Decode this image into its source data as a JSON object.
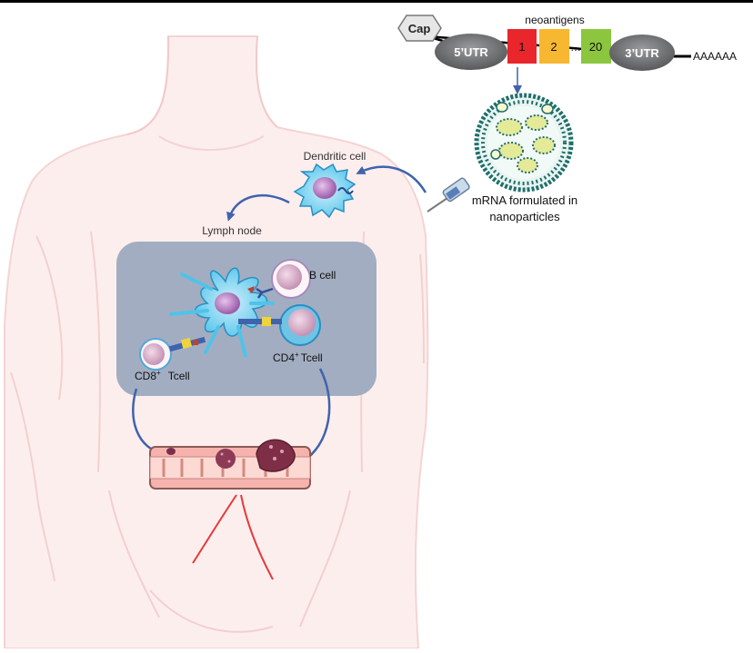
{
  "mrna_construct": {
    "cap_label": "Cap",
    "utr5_label": "5’UTR",
    "utr3_label": "3’UTR",
    "neoantigens_title": "neoantigens",
    "neoantigen_1": "1",
    "neoantigen_2": "2",
    "ellipsis": "…",
    "neoantigen_20": "20",
    "polya_tail": "AAAAAA"
  },
  "nanoparticle": {
    "caption_line1": "mRNA formulated in",
    "caption_line2": "nanoparticles"
  },
  "cells": {
    "dendritic_cell_label": "Dendritic cell",
    "lymph_node_label": "Lymph node",
    "b_cell_label": "B cell",
    "cd8_label": "CD8",
    "cd8_tcell_label": "Tcell",
    "cd4_label": "CD4",
    "cd4_tcell_label": "Tcell",
    "superscript_plus": "+"
  },
  "colors": {
    "segment_1": "#e8262b",
    "segment_2": "#f7b731",
    "segment_20": "#8cc63f",
    "utr_gray": "#6d6e71",
    "arrow_blue": "#3f63ad",
    "lymph_node_fill": "#a3adc1",
    "body_skin": "#fdeeee"
  }
}
